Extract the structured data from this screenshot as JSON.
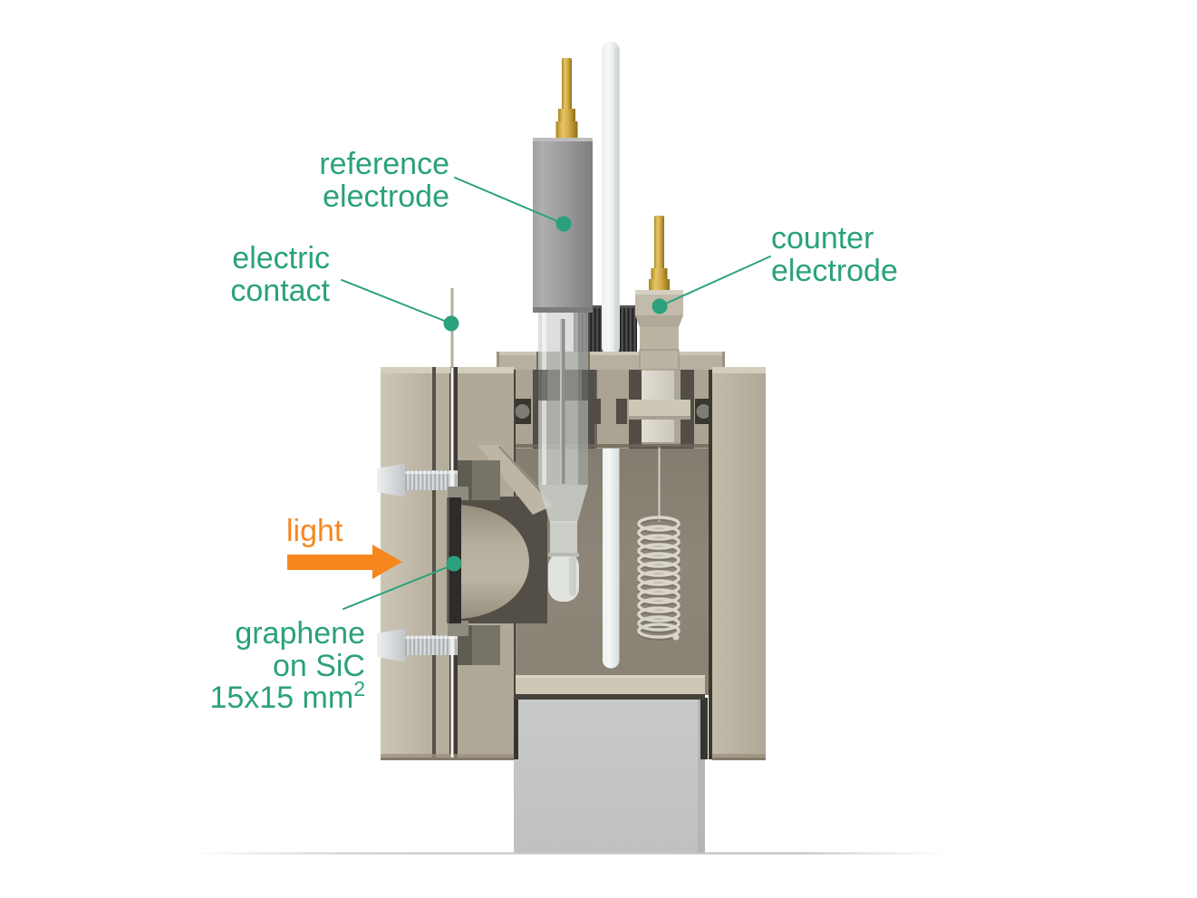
{
  "colors": {
    "teal": "#2aa17c",
    "orange": "#f6871f",
    "body_beige": "#b9b1a0",
    "interior_beige": "#8b8478",
    "electrode_gray": "#9b9b9b",
    "gold": "#d4ab45",
    "pedestal_gray": "#c6c8c7",
    "background": "#ffffff"
  },
  "labels": {
    "reference_electrode": {
      "line1": "reference",
      "line2": "electrode"
    },
    "electric_contact": {
      "line1": "electric",
      "line2": "contact"
    },
    "counter_electrode": {
      "line1": "counter",
      "line2": "electrode"
    },
    "light": {
      "text": "light"
    },
    "graphene_sample": {
      "line1": "graphene",
      "line2": "on SiC",
      "line3": "15x15 mm",
      "line3_sup": "2"
    }
  }
}
